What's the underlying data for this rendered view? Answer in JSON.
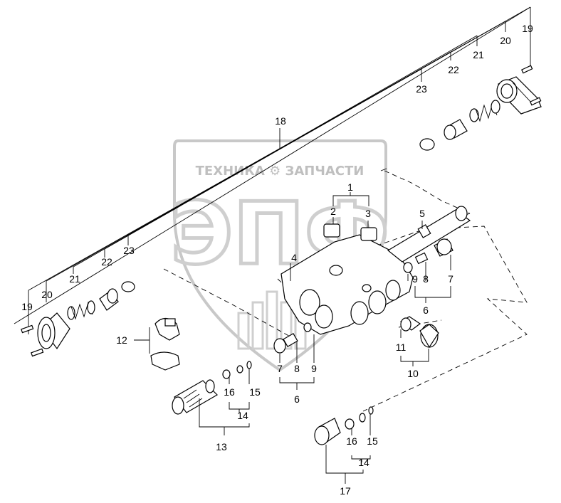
{
  "watermark": {
    "text": "ТЕХНИКА ⚙ ЗАПЧАСТИ",
    "logo": "ЭПФ"
  },
  "callouts": {
    "c1": "1",
    "c2": "2",
    "c3": "3",
    "c4": "4",
    "c5": "5",
    "c6a": "6",
    "c6b": "6",
    "c7a": "7",
    "c7b": "7",
    "c8a": "8",
    "c8b": "8",
    "c9a": "9",
    "c9b": "9",
    "c10": "10",
    "c11": "11",
    "c12": "12",
    "c13": "13",
    "c14a": "14",
    "c14b": "14",
    "c15a": "15",
    "c15b": "15",
    "c16a": "16",
    "c16b": "16",
    "c17": "17",
    "c18": "18",
    "c19a": "19",
    "c19b": "19",
    "c20a": "20",
    "c20b": "20",
    "c21a": "21",
    "c21b": "21",
    "c22a": "22",
    "c22b": "22",
    "c23a": "23",
    "c23b": "23"
  }
}
